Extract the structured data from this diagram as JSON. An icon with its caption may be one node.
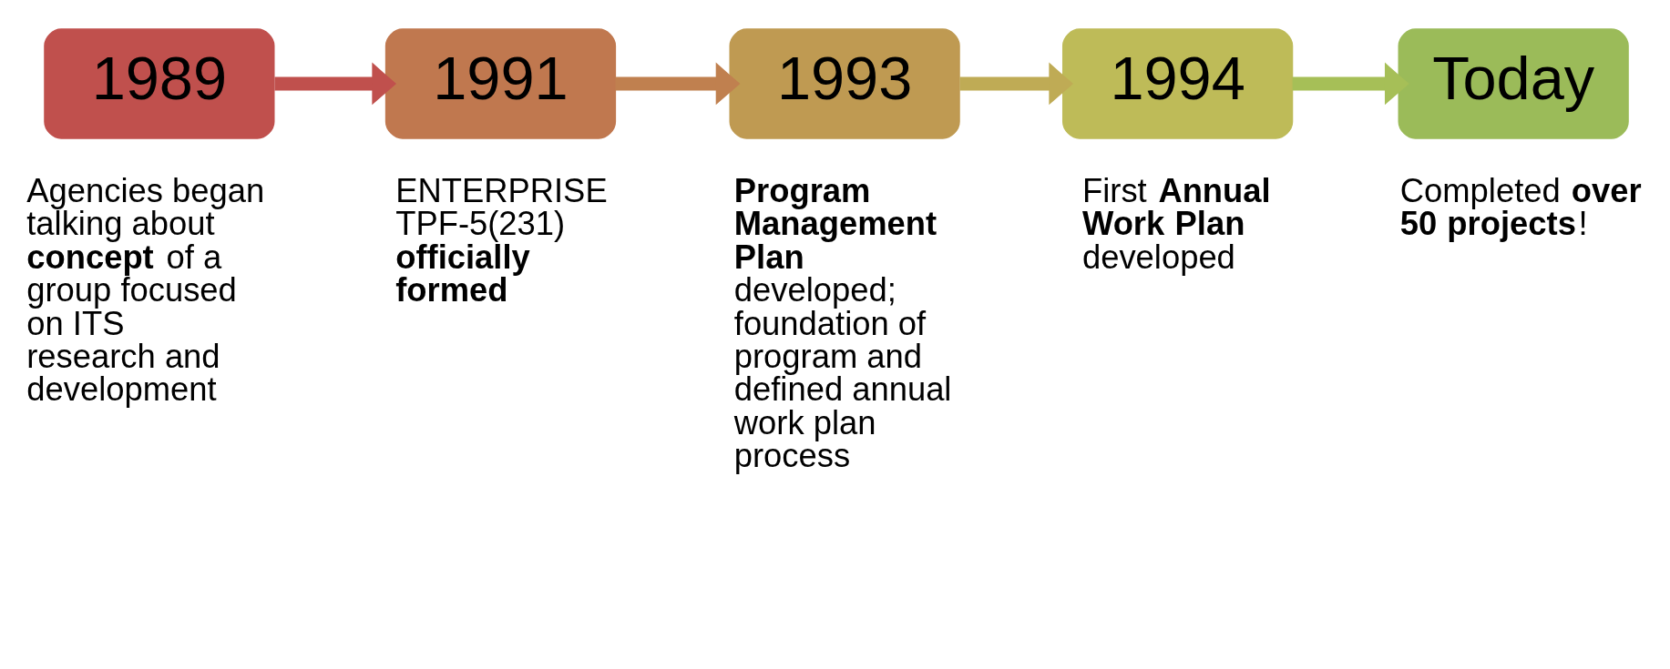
{
  "diagram": {
    "nodes": [
      {
        "text": [
          "1989"
        ],
        "beside": [
          "Agencies began talking about **concept** of a group focused on ITS research and development"
        ]
      },
      {
        "text": [
          "1991"
        ],
        "beside": [
          "ENTERPRISE TPF-5(231) **officially formed**"
        ]
      },
      {
        "text": [
          "1993"
        ],
        "beside": [
          "**Program Management Plan** developed; foundation of program and defined annual work plan process"
        ]
      },
      {
        "text": [
          "1994"
        ],
        "beside": [
          "First **Annual Work Plan** developed"
        ]
      },
      {
        "text": [
          "Today"
        ],
        "beside": [
          "Completed **over 50 projects**!"
        ]
      }
    ],
    "edges": [
      {
        "from": 0,
        "to": 1,
        "arrow": "to",
        "color": "#c0504d"
      },
      {
        "from": 1,
        "to": 2,
        "arrow": "to",
        "color": "#c0804f"
      },
      {
        "from": 2,
        "to": 3,
        "arrow": "to",
        "color": "#bfab55"
      },
      {
        "from": 3,
        "to": 4,
        "arrow": "to",
        "color": "#a6bf57"
      }
    ]
  }
}
